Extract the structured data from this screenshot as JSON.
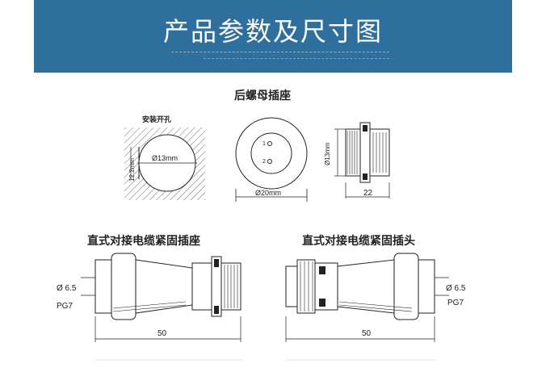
{
  "header": {
    "title": "产品参数及尺寸图"
  },
  "sections": {
    "rear_nut_socket": {
      "title": "后螺母插座"
    },
    "straight_socket": {
      "title": "直式对接电缆紧固插座"
    },
    "straight_plug": {
      "title": "直式对接电缆紧固插头"
    }
  },
  "labels": {
    "mounting_hole": "安装开孔",
    "hole_diameter": "Ø13mm",
    "hole_flat": "12.2mm",
    "face_diameter": "Ø20mm",
    "pin1": "1",
    "pin2": "2",
    "thread_diameter": "Ø13mm",
    "side_length": "22",
    "socket_cable_dia": "Ø 6.5",
    "socket_gland": "PG7",
    "socket_length": "50",
    "plug_cable_dia": "Ø 6.5",
    "plug_gland": "PG7",
    "plug_length": "50"
  }
}
